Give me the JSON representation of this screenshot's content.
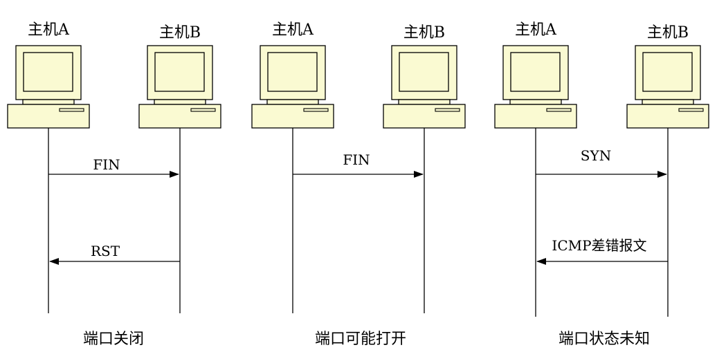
{
  "colors": {
    "computer_fill": "#fafad2",
    "stroke": "#000000",
    "background": "#ffffff"
  },
  "icons": {
    "host": "desktop-computer-icon"
  },
  "scenarios": [
    {
      "host_a": "主机A",
      "host_b": "主机B",
      "messages": [
        {
          "label": "FIN",
          "direction": "a-to-b"
        },
        {
          "label": "RST",
          "direction": "b-to-a"
        }
      ],
      "caption": "端口关闭"
    },
    {
      "host_a": "主机A",
      "host_b": "主机B",
      "messages": [
        {
          "label": "FIN",
          "direction": "a-to-b"
        }
      ],
      "caption": "端口可能打开"
    },
    {
      "host_a": "主机A",
      "host_b": "主机B",
      "messages": [
        {
          "label": "SYN",
          "direction": "a-to-b"
        },
        {
          "label": "ICMP差错报文",
          "direction": "b-to-a"
        }
      ],
      "caption": "端口状态未知"
    }
  ]
}
